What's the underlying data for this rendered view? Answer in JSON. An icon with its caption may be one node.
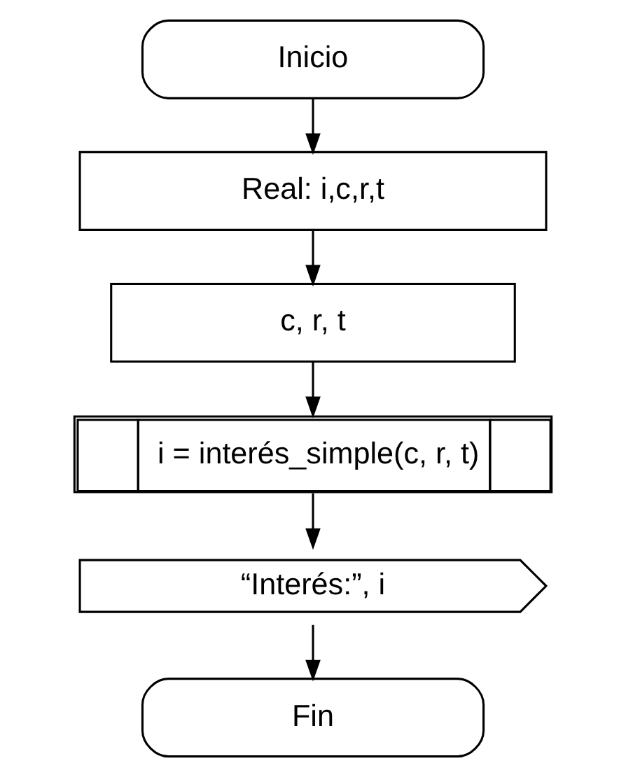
{
  "diagram": {
    "nodes": [
      {
        "text": [
          "Inicio"
        ]
      },
      {
        "text": [
          "Real: i,c,r,t"
        ]
      },
      {
        "text": [
          "c, r, t"
        ]
      },
      {
        "text": [
          "i = interés_simple(c, r, t)"
        ]
      },
      {
        "text": [
          "“Interés:”, i"
        ]
      },
      {
        "text": [
          "Fin"
        ]
      }
    ],
    "edges": [
      {
        "from": 0,
        "to": 1,
        "arrow": "to"
      },
      {
        "from": 1,
        "to": 2,
        "arrow": "to"
      },
      {
        "from": 2,
        "to": 3,
        "arrow": "to"
      },
      {
        "from": 3,
        "to": 4,
        "arrow": "to"
      },
      {
        "from": 4,
        "to": 5,
        "arrow": "to"
      }
    ]
  }
}
